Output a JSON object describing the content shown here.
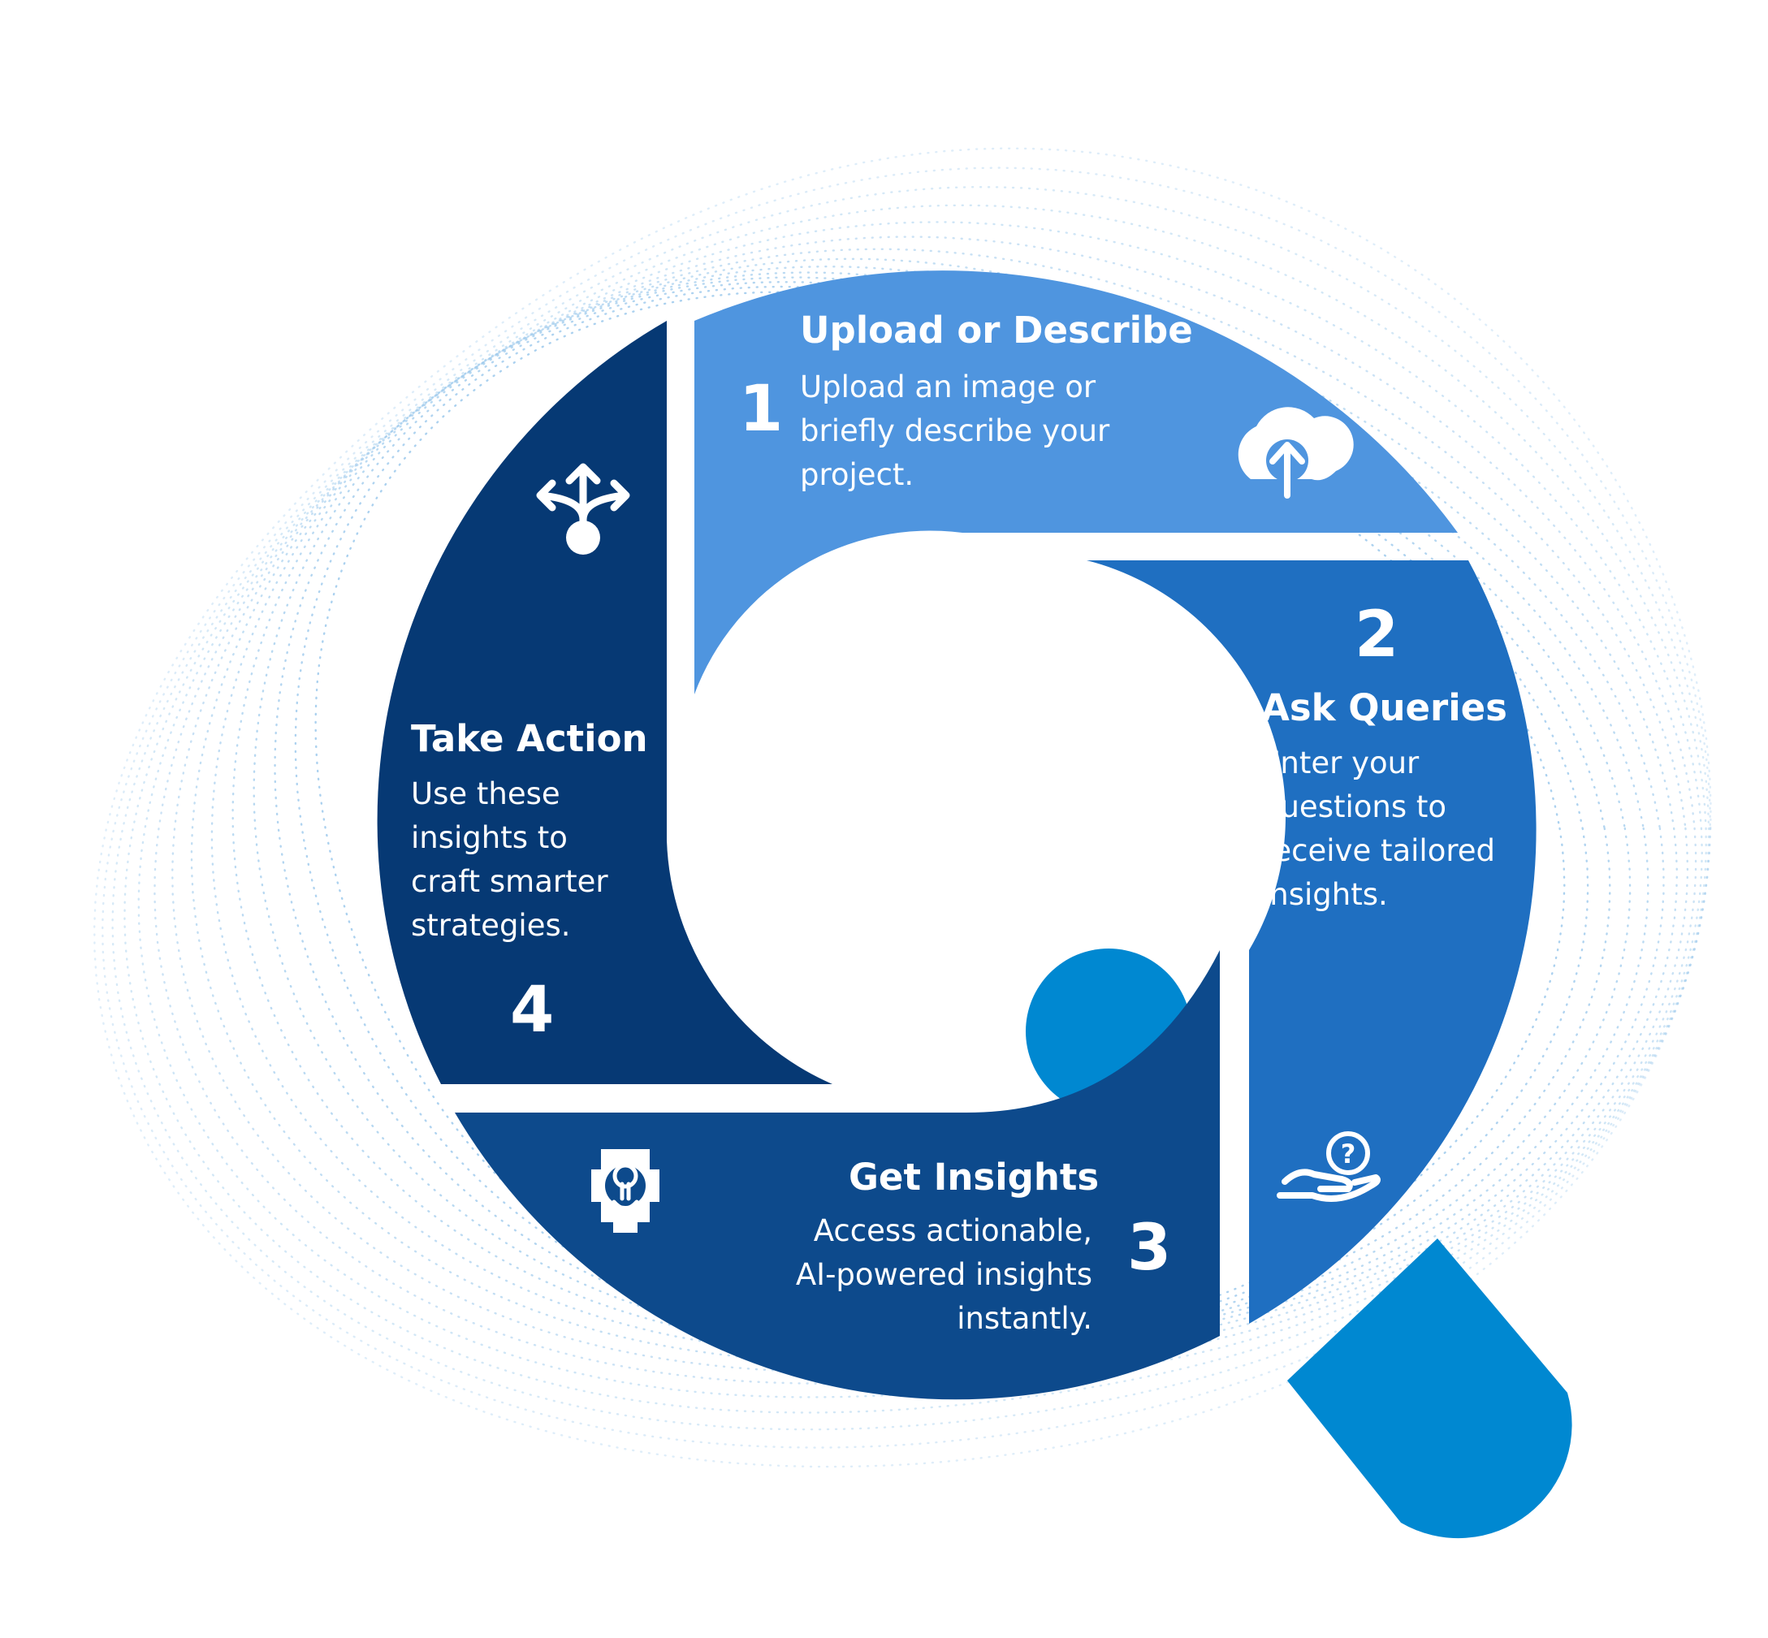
{
  "colors": {
    "step1": "#4F95DF",
    "step2": "#1F6FC1",
    "step3": "#0D4A8C",
    "step4": "#063974",
    "accent": "#0088D1",
    "dots": "#9CC9EC"
  },
  "steps": [
    {
      "number": "1",
      "title": "Upload or Describe",
      "description": "Upload an image or briefly describe your project.",
      "icon": "cloud-upload-icon"
    },
    {
      "number": "2",
      "title": "Ask Queries",
      "description": "Enter your questions to receive tailored insights.",
      "icon": "hand-question-icon"
    },
    {
      "number": "3",
      "title": "Get Insights",
      "description": "Access actionable, AI-powered insights instantly.",
      "icon": "idea-gear-icon"
    },
    {
      "number": "4",
      "title": "Take Action",
      "description": "Use these insights to craft smarter strategies.",
      "icon": "split-arrows-icon"
    }
  ]
}
